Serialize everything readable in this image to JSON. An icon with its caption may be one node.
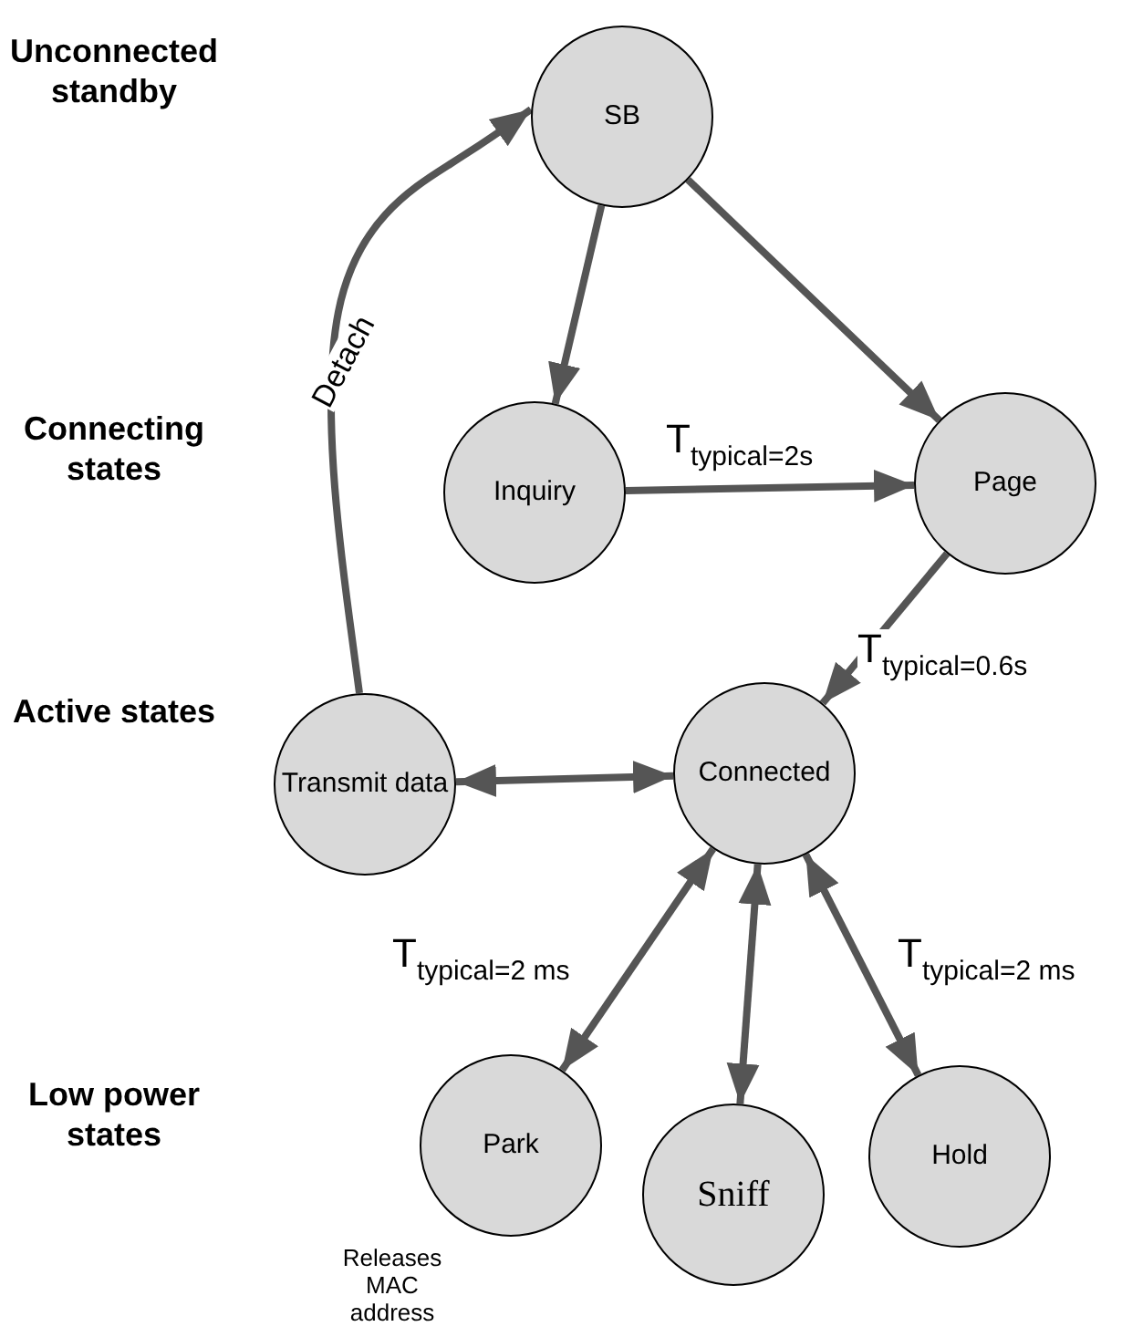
{
  "diagram": {
    "nodes": [
      {
        "text": [
          "SB"
        ]
      },
      {
        "text": [
          "Inquiry"
        ]
      },
      {
        "text": [
          "Page"
        ]
      },
      {
        "text": [
          "Transmit data"
        ]
      },
      {
        "text": [
          "Connected"
        ]
      },
      {
        "text": [
          "Park"
        ],
        "beside": [
          "Releases MAC address"
        ]
      },
      {
        "text": [
          "Sniff"
        ]
      },
      {
        "text": [
          "Hold"
        ]
      }
    ],
    "edges": [
      {
        "from": 0,
        "to": 1,
        "arrow": "to"
      },
      {
        "from": 0,
        "to": 2,
        "arrow": "to"
      },
      {
        "from": 1,
        "to": 2,
        "arrow": "to",
        "label": "T$_{typical=2s}$"
      },
      {
        "from": 2,
        "to": 4,
        "arrow": "to",
        "label": "T$_{typical=0.6s}$"
      },
      {
        "from": 3,
        "to": 0,
        "arrow": "to",
        "label": "Detach"
      },
      {
        "from": 3,
        "to": 4,
        "arrow": "both"
      },
      {
        "from": 4,
        "to": 5,
        "arrow": "both",
        "label": "T$_{typical=2 ms}$"
      },
      {
        "from": 4,
        "to": 6,
        "arrow": "both"
      },
      {
        "from": 4,
        "to": 7,
        "arrow": "both",
        "label": "T$_{typical=2 ms}$"
      }
    ],
    "labels": [
      "Unconnected standby",
      "Connecting states",
      "Active states",
      "Low power states"
    ]
  }
}
